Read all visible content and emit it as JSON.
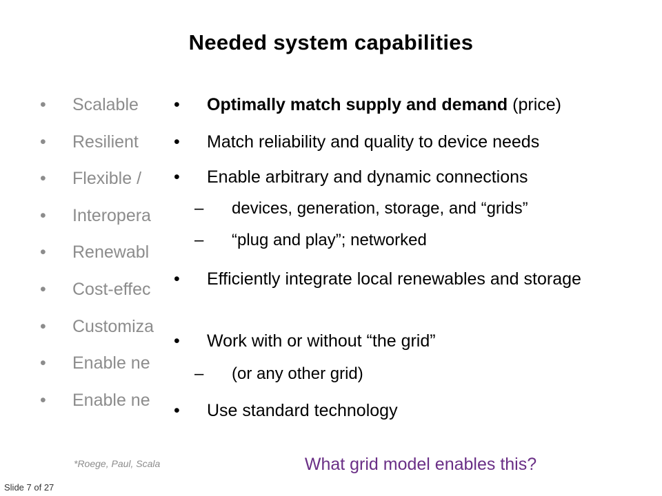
{
  "slide": {
    "title": "Needed system capabilities",
    "question": "What grid model enables this?",
    "slide_number": "Slide 7 of 27",
    "footnote": "*Roege, Paul, Scala",
    "bullet_char": "•",
    "dash_char": "–"
  },
  "background_list": [
    "Scalable",
    "Resilient",
    "Flexible /",
    "Interopera",
    "Renewabl",
    "Cost-effec",
    "Customiza",
    "Enable ne",
    "Enable ne"
  ],
  "foreground_list": {
    "item1": {
      "bold": "Optimally match supply and demand",
      "rest": " (price)"
    },
    "item2": "Match reliability and quality to device needs",
    "item3": "Enable arbitrary and dynamic connections",
    "item3_sub1": "devices, generation, storage, and “grids”",
    "item3_sub2": "“plug and play”; networked",
    "item4": "Efficiently integrate local renewables and storage",
    "item5": "Work with or without “the grid”",
    "item5_sub1": "(or any other grid)",
    "item6": "Use standard technology"
  },
  "colors": {
    "grey_text": "#8c8c8c",
    "question": "#6a2f86"
  }
}
